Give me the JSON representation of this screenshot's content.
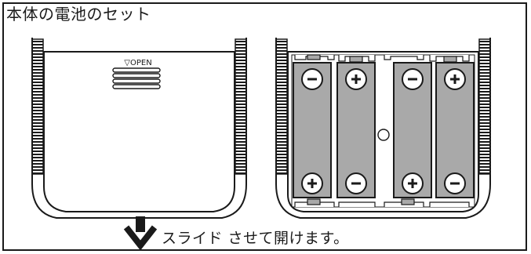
{
  "title": "本体の電池のセット",
  "caption": "スライド させて開けます。",
  "cover_label": "▽OPEN",
  "battery_signs": {
    "top": [
      "−",
      "+",
      "−",
      "+"
    ],
    "bottom": [
      "+",
      "−",
      "+",
      "−"
    ]
  },
  "colors": {
    "battery_fill": "#a9a9a9",
    "line": "#1a1a1a",
    "background": "#ffffff"
  }
}
